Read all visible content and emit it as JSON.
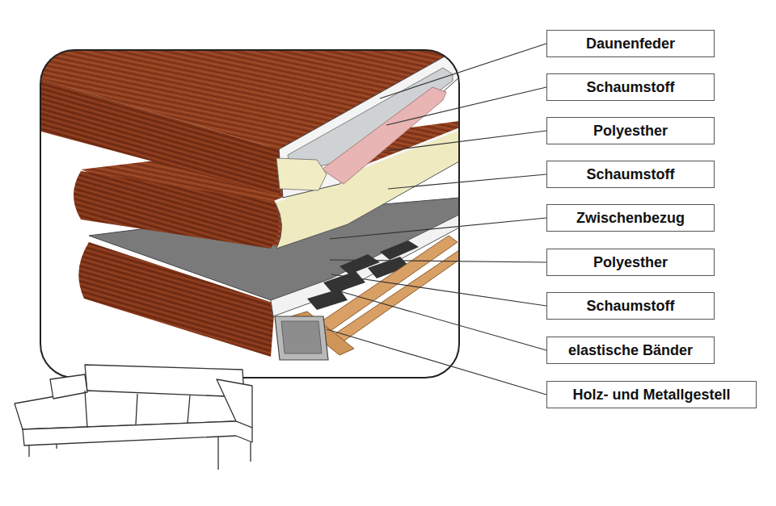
{
  "diagram": {
    "nodes": [
      {
        "text": [
          "Daunenfeder"
        ]
      },
      {
        "text": [
          "Schaumstoff"
        ]
      },
      {
        "text": [
          "Polyesther"
        ]
      },
      {
        "text": [
          "Schaumstoff"
        ]
      },
      {
        "text": [
          "Zwischenbezug"
        ]
      },
      {
        "text": [
          "Polyesther"
        ]
      },
      {
        "text": [
          "Schaumstoff"
        ]
      },
      {
        "text": [
          "elastische Bänder"
        ]
      },
      {
        "text": [
          "Holz- und Metallgestell"
        ]
      }
    ]
  }
}
